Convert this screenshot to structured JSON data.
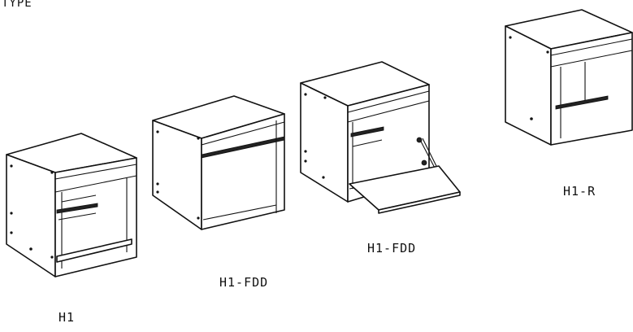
{
  "heading": "TYPE",
  "items": [
    {
      "label": "H1"
    },
    {
      "label": "H1-FDD"
    },
    {
      "label": "H1-FDD"
    },
    {
      "label": "H1-R"
    }
  ]
}
